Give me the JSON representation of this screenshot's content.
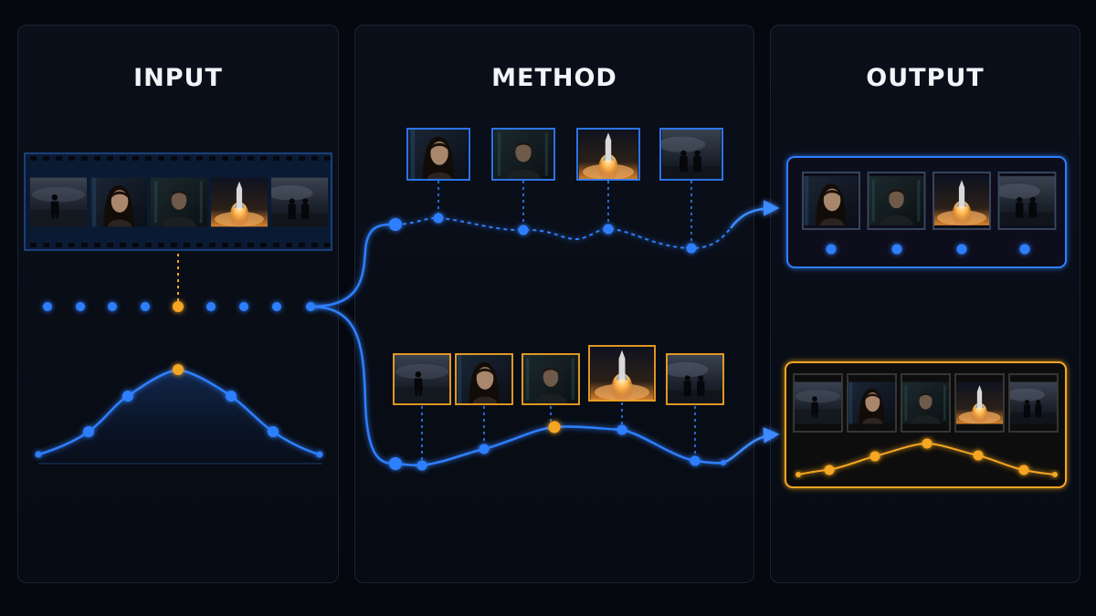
{
  "panels": {
    "input": {
      "title": "INPUT"
    },
    "method": {
      "title": "METHOD"
    },
    "output": {
      "title": "OUTPUT"
    }
  },
  "colors": {
    "background": "#05080f",
    "panel_border": "#1b2333",
    "blue_accent": "#2f7fff",
    "orange_accent": "#f5a623"
  },
  "film_strip": {
    "frames": [
      "astronaut-figure",
      "woman-portrait",
      "man-portrait",
      "rocket-launch",
      "two-figures"
    ]
  },
  "method": {
    "top_branch_frames": [
      "woman-portrait",
      "man-portrait",
      "rocket-launch",
      "two-figures"
    ],
    "bottom_branch_frames": [
      "astronaut-figure",
      "woman-portrait",
      "man-portrait",
      "rocket-launch",
      "two-figures"
    ],
    "bottom_highlighted_frame": 3
  },
  "output": {
    "top_frames": [
      "woman-portrait",
      "man-portrait",
      "rocket-launch",
      "two-figures"
    ],
    "bottom_frames": [
      "astronaut-figure",
      "woman-portrait",
      "man-portrait",
      "rocket-launch",
      "two-figures"
    ]
  }
}
